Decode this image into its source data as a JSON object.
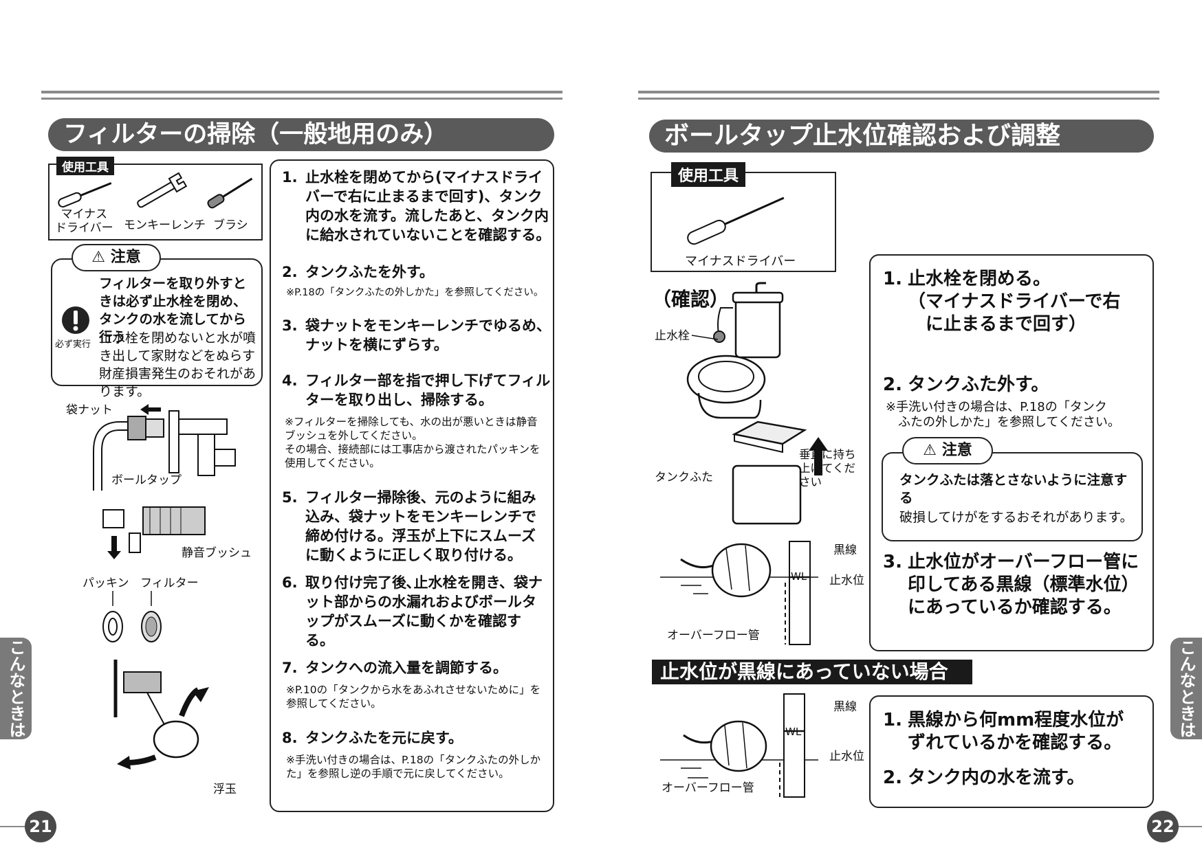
{
  "left": {
    "title": "フィルターの掃除（一般地用のみ）",
    "tools_label": "使用工具",
    "tools": [
      "マイナス\nドライバー",
      "モンキーレンチ",
      "ブラシ"
    ],
    "caution": {
      "label": "注意",
      "must_do": "必ず実行",
      "bold": "フィルターを取り外すときは必ず止水栓を閉め、タンクの水を流してから行う",
      "normal": "止水栓を閉めないと水が噴き出して家財などをぬらす財産損害発生のおそれがあります。"
    },
    "diagram_labels": {
      "fukuro_nut": "袋ナット",
      "ball_tap": "ボールタップ",
      "seion_bush": "静音ブッシュ",
      "packing": "パッキン",
      "filter": "フィルター",
      "ukidama": "浮玉"
    },
    "steps": [
      {
        "num": "1.",
        "text": "止水栓を閉めてから(マイナスドライバーで右に止まるまで回す)、タンク内の水を流す。流したあと、タンク内に給水されていないことを確認する。",
        "note": ""
      },
      {
        "num": "2.",
        "text": "タンクふたを外す。",
        "note": "※P.18の「タンクふたの外しかた」を参照してください。"
      },
      {
        "num": "3.",
        "text": "袋ナットをモンキーレンチでゆるめ、ナットを横にずらす。",
        "note": ""
      },
      {
        "num": "4.",
        "text": "フィルター部を指で押し下げてフィルターを取り出し、掃除する。",
        "note": "※フィルターを掃除しても、水の出が悪いときは静音ブッシュを外してください。\nその場合、接続部には工事店から渡されたパッキンを使用してください。"
      },
      {
        "num": "5.",
        "text": "フィルター掃除後、元のように組み込み、袋ナットをモンキーレンチで締め付ける。浮玉が上下にスムーズに動くように正しく取り付ける。",
        "note": ""
      },
      {
        "num": "6.",
        "text": "取り付け完了後､止水栓を開き、袋ナット部からの水漏れおよびボールタップがスムーズに動くかを確認する。",
        "note": ""
      },
      {
        "num": "7.",
        "text": "タンクへの流入量を調節する。",
        "note": "※P.10の「タンクから水をあふれさせないために」を参照してください。"
      },
      {
        "num": "8.",
        "text": "タンクふたを元に戻す。",
        "note": "※手洗い付きの場合は、P.18の「タンクふたの外しかた」を参照し逆の手順で元に戻してください。"
      }
    ],
    "side_tab": "こんなときは",
    "page_number": "21"
  },
  "right": {
    "title": "ボールタップ止水位確認および調整",
    "tools_label": "使用工具",
    "tool": "マイナスドライバー",
    "kakunin": "（確認）",
    "diagram_labels": {
      "shisuisen": "止水栓",
      "tank_futa": "タンクふた",
      "suichoku": "垂直に持ち\n上げてくだ\nさい",
      "kurosen": "黒線",
      "wl": "WL",
      "shisuii": "止水位",
      "overflow": "オーバーフロー管"
    },
    "steps": [
      {
        "num": "1.",
        "text": "止水栓を閉める。\n（マイナスドライバーで右\n　に止まるまで回す）",
        "note": ""
      },
      {
        "num": "2.",
        "text": "タンクふた外す。",
        "note": "※手洗い付きの場合は、P.18の「タンク\n　ふたの外しかた」を参照してください。"
      },
      {
        "num": "3.",
        "text": "止水位がオーバーフロー管に印してある黒線（標準水位）にあっているか確認する。",
        "note": ""
      }
    ],
    "caution": {
      "label": "注意",
      "bold": "タンクふたは落とさないように注意する",
      "normal": "破損してけがをするおそれがあります。"
    },
    "section2_title": "止水位が黒線にあっていない場合",
    "steps2": [
      {
        "num": "1.",
        "text": "黒線から何mm程度水位がずれているかを確認する。"
      },
      {
        "num": "2.",
        "text": "タンク内の水を流す。"
      }
    ],
    "side_tab": "こんなときは",
    "page_number": "22"
  }
}
